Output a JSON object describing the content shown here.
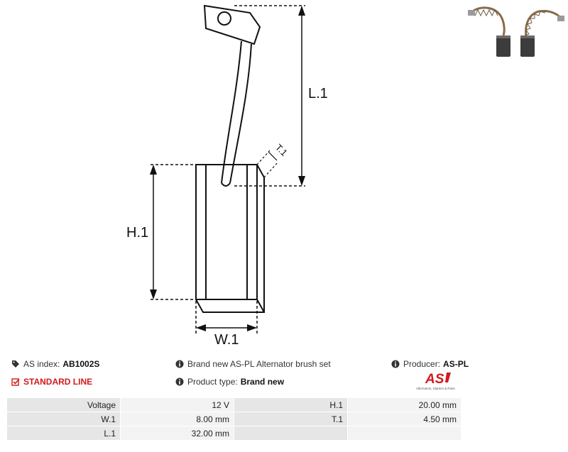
{
  "drawing": {
    "label_l1": "L.1",
    "label_h1": "H.1",
    "label_w1": "W.1",
    "label_t1": "T.1"
  },
  "info": {
    "as_index_label": "AS index:",
    "as_index_value": "AB1002S",
    "standard_line": "STANDARD LINE",
    "description": "Brand new AS-PL Alternator brush set",
    "product_type_label": "Product type:",
    "product_type_value": "Brand new",
    "producer_label": "Producer:",
    "producer_value": "AS-PL"
  },
  "logo": {
    "mark": "AS",
    "tagline": "Alternators, Starters & Parts",
    "color": "#d0191e"
  },
  "specs": [
    {
      "k1": "Voltage",
      "v1": "12 V",
      "k2": "H.1",
      "v2": "20.00 mm"
    },
    {
      "k1": "W.1",
      "v1": "8.00 mm",
      "k2": "T.1",
      "v2": "4.50 mm"
    },
    {
      "k1": "L.1",
      "v1": "32.00 mm",
      "k2": "",
      "v2": ""
    }
  ]
}
